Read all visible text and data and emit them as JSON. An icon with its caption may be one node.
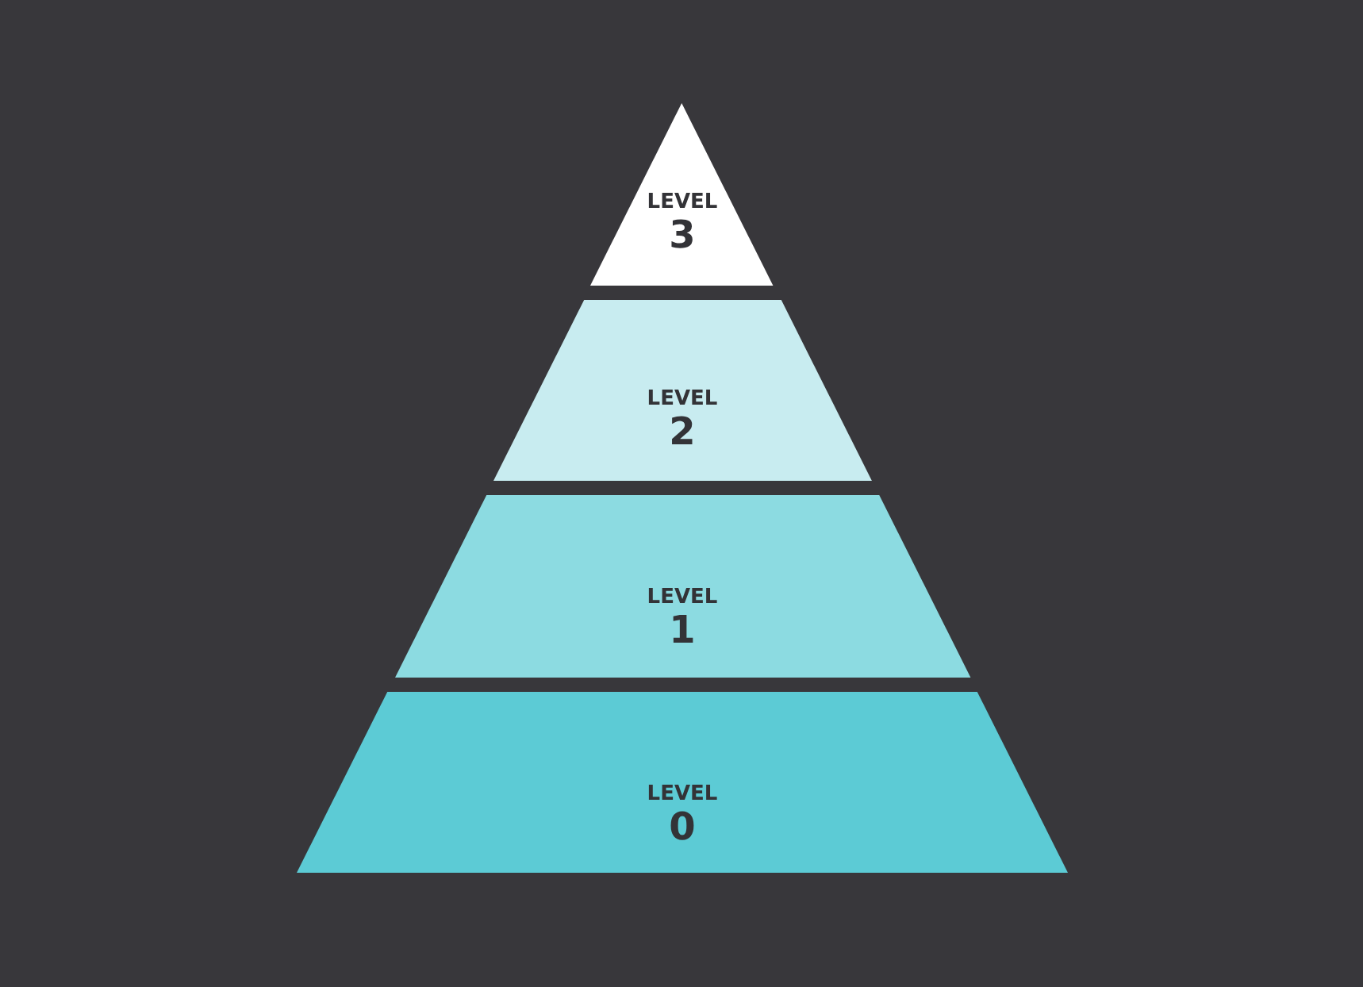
{
  "diagram": {
    "nodes": [
      {
        "text": [
          "LEVEL",
          "3"
        ]
      },
      {
        "text": [
          "LEVEL",
          "2"
        ]
      },
      {
        "text": [
          "LEVEL",
          "1"
        ]
      },
      {
        "text": [
          "LEVEL",
          "0"
        ]
      }
    ]
  }
}
